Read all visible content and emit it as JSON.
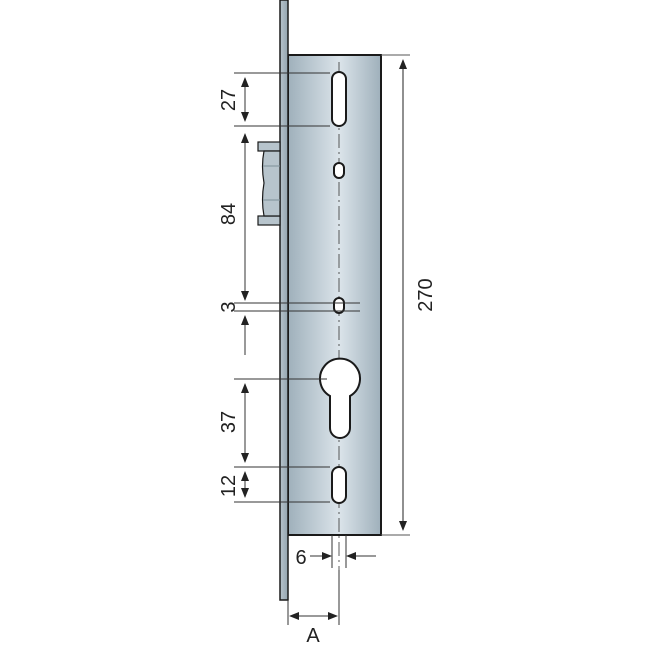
{
  "diagram": {
    "title": "Mortise lock dimension drawing",
    "colors": {
      "body_fill": "#a9b8c2",
      "body_highlight": "#dbe4ea",
      "outline": "#1a1a1a",
      "dim_line": "#333333",
      "background": "#ffffff"
    },
    "dimensions": {
      "slot_top_length": "27",
      "slot_to_spindle": "84",
      "small_hole": "3",
      "cylinder_distance": "37",
      "slot_bottom_length": "12",
      "slot_width": "6",
      "total_height": "270",
      "backset": "A"
    },
    "parts": [
      "faceplate",
      "lock-body",
      "latch-bolt",
      "top-slot",
      "upper-hole",
      "lower-hole",
      "euro-cylinder-cutout",
      "bottom-slot"
    ]
  }
}
